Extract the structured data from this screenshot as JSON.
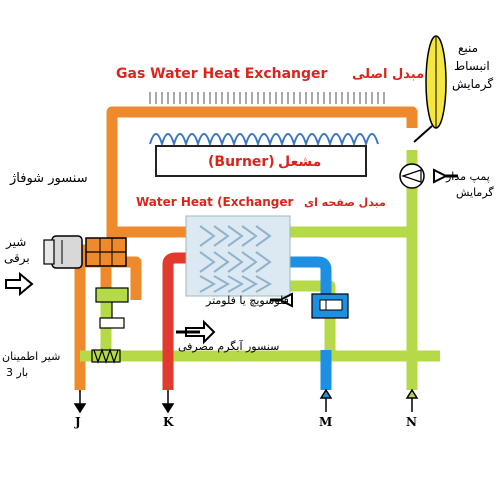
{
  "labels": {
    "gas_exchanger_en": "Gas Water Heat Exchanger",
    "gas_exchanger_fa": "مبدل اصلی",
    "burner_en": "(Burner)",
    "burner_fa": "مشعل",
    "water_exchanger_en": "Water Heat (Exchanger",
    "water_exchanger_fa": "مبدل صفحه ای",
    "expansion_tank_1": "منبع",
    "expansion_tank_2": "انبساط",
    "expansion_tank_3": "گرمایش",
    "pump_1": "پمپ مدار",
    "pump_2": "گرمایش",
    "sensor_shofaj": "سنسور شوفاژ",
    "electric_valve_1": "شیر",
    "electric_valve_2": "برقی",
    "flow_switch": "فلوسویچ یا فلومتر",
    "hot_water_sensor": "سنسور آبگرم مصرفی",
    "safety_valve_1": "شیر اطمینان",
    "safety_valve_2": "3 بار"
  },
  "ports": {
    "j": "J",
    "k": "K",
    "m": "M",
    "n": "N"
  },
  "colors": {
    "hot_pipe": "#ef8a2c",
    "cold_pipe": "#b6da47",
    "hot_water": "#e23a2c",
    "cold_water": "#1e90e3",
    "label_red": "#d8261c",
    "flame": "#3a78c8"
  }
}
